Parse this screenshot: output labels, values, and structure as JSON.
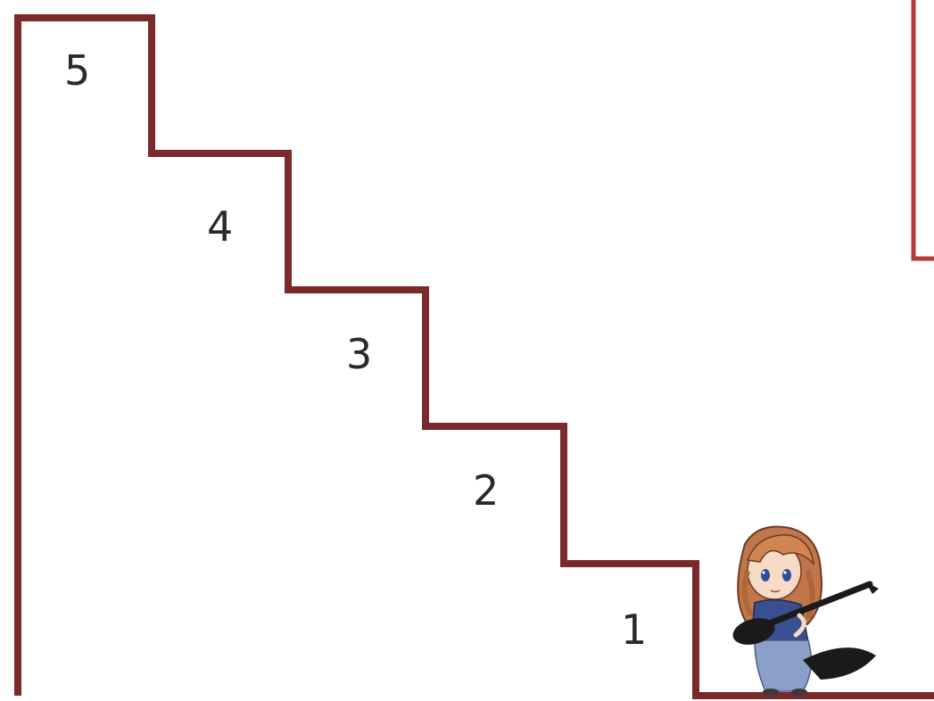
{
  "diagram": {
    "stroke_color": "#7a2a2a",
    "steps": [
      {
        "label": "1"
      },
      {
        "label": "2"
      },
      {
        "label": "3"
      },
      {
        "label": "4"
      },
      {
        "label": "5"
      }
    ]
  },
  "character": {
    "icon": "girl-with-guitar-icon",
    "hair_color": "#c0764a",
    "outfit_color": "#3a4f8f",
    "guitar_color": "#1a1a1a"
  }
}
